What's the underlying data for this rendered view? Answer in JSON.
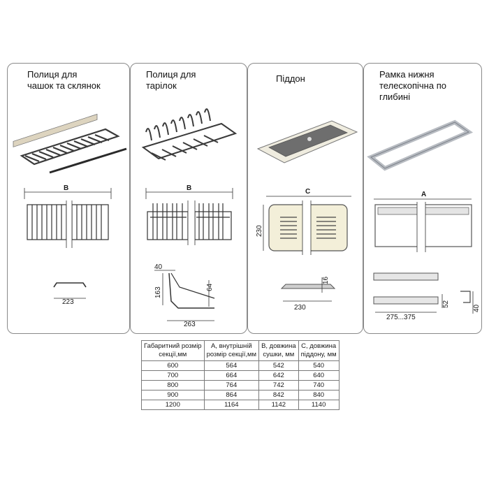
{
  "panels": [
    {
      "title_lines": [
        "Полиця для",
        "чашок та склянок"
      ],
      "dim_width": "B",
      "dim_profile": "223"
    },
    {
      "title_lines": [
        "Полиця для",
        "тарілок"
      ],
      "dim_width": "B",
      "dim_top": "40",
      "dim_left": "163",
      "dim_right": "64",
      "dim_bottom": "263"
    },
    {
      "title_lines": [
        "Піддон"
      ],
      "dim_width": "C",
      "dim_height": "230",
      "dim_side": "16",
      "dim_bottom": "230"
    },
    {
      "title_lines": [
        "Рамка нижня",
        "телескопічна по",
        "глибині"
      ],
      "dim_width": "A",
      "dim_side": "52",
      "dim_range": "275...375",
      "dim_small": "40"
    }
  ],
  "table": {
    "headers": [
      [
        "Габаритний розмір",
        "секції,мм"
      ],
      [
        "А, внутрішній",
        "розмір секції,мм"
      ],
      [
        "В, довжина",
        "сушки, мм"
      ],
      [
        "С, довжина",
        "піддону, мм"
      ]
    ],
    "rows": [
      [
        "600",
        "564",
        "542",
        "540"
      ],
      [
        "700",
        "664",
        "642",
        "640"
      ],
      [
        "800",
        "764",
        "742",
        "740"
      ],
      [
        "900",
        "864",
        "842",
        "840"
      ],
      [
        "1200",
        "1164",
        "1142",
        "1140"
      ]
    ]
  }
}
